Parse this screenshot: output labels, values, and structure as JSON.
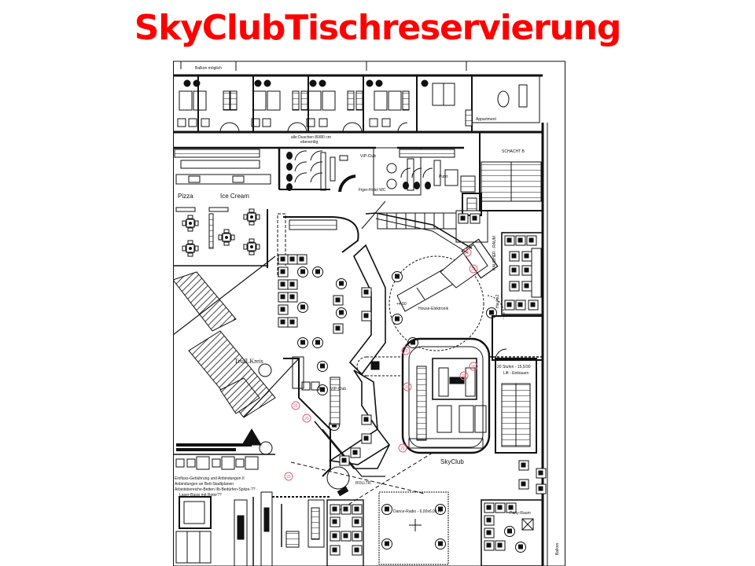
{
  "slide": {
    "title": "SkyClubTischreservierung",
    "title_color": "#ff0000"
  },
  "floor_plan": {
    "labels": {
      "balcony": "Balkon möglich",
      "showers": "alle Duschen 80/80 cm",
      "showers_sub": "ebenerdig",
      "pizza": "Pizza",
      "ice_cream": "Ice Cream",
      "vip_club": "VIP-Club",
      "figer_hotel_wc": "Figer-Hotel WC",
      "putzr": "Putzr.",
      "apartment": "Appartment",
      "stair_b": "SCHACHT B",
      "house_elektronik": "House-Elektronik",
      "raucher_raum": "RAUCHER - RAUM",
      "hauke": "Hauke2",
      "teufelskreis": "TeufLKreis",
      "vip_club_2": "VIP-Club",
      "skyclub": "SkyClub",
      "stufen": "20 Stufen - 15,5/30",
      "lift": "Lift - Einbauen",
      "party_raum": "Party-Raum",
      "dance_radio": "Dance-Radio - 6,00x6,00 m",
      "rolltreppe": "ROLLTR.",
      "balkon_right": "Balkon",
      "level_note": "+4,50",
      "notes": [
        "Einfluss-Gebührung und Anbindungen II",
        "Anbindungen an Bett-Stadtplanen",
        "Arbeitsbereiche-Betten IIb-Bedürfen-Spitze-??",
        "Laser-Basis mit Rotor??"
      ]
    },
    "line_color": "#111111",
    "marker_color": "#e06070"
  }
}
